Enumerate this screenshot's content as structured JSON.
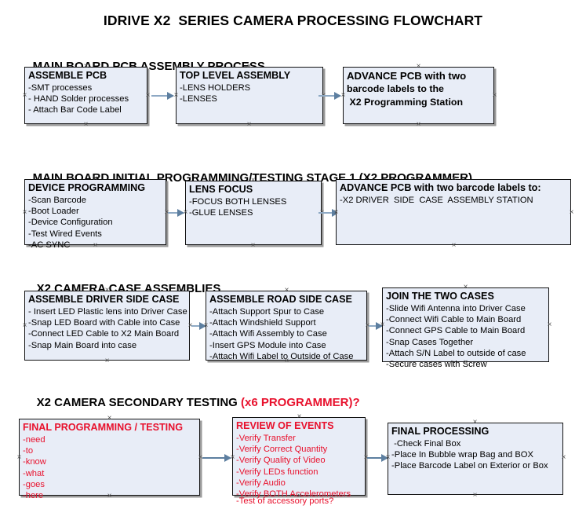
{
  "document": {
    "title": "IDRIVE X2  SERIES CAMERA PROCESSING FLOWCHART",
    "colors": {
      "box_fill": "#e8edf7",
      "box_border": "#111111",
      "box_shadow": "#9a9a9a",
      "arrow": "#8ea9c4",
      "arrow_head": "#5d7fa0",
      "accent_red": "#e8112d",
      "text": "#000000",
      "background": "#ffffff"
    }
  },
  "sections": [
    {
      "id": "pcb-assembly",
      "heading": "MAIN BOARD PCB ASSEMBLY PROCESS",
      "heading_accent": "",
      "boxes": [
        {
          "id": "assemble-pcb",
          "title": "ASSEMBLE PCB",
          "lines": [
            "-SMT processes",
            "- HAND Solder processes",
            "- Attach Bar Code Label"
          ]
        },
        {
          "id": "top-level-assembly",
          "title": "TOP LEVEL ASSEMBLY",
          "lines": [
            "-LENS HOLDERS",
            "-LENSES"
          ]
        },
        {
          "id": "advance-pcb-programming-station",
          "title": "ADVANCE PCB with two",
          "lines": [
            "barcode labels to the",
            " X2 Programming Station"
          ]
        }
      ]
    },
    {
      "id": "initial-programming",
      "heading": "MAIN BOARD INITIAL PROGRAMMING/TESTING STAGE 1 (X2 PROGRAMMER)",
      "heading_accent": "",
      "boxes": [
        {
          "id": "device-programming",
          "title": "DEVICE PROGRAMMING",
          "lines": [
            "-Scan Barcode",
            "-Boot Loader",
            "-Device Configuration",
            "-Test Wired Events",
            "-AC SYNC"
          ]
        },
        {
          "id": "lens-focus",
          "title": "LENS FOCUS",
          "lines": [
            "-FOCUS BOTH LENSES",
            "-GLUE LENSES"
          ]
        },
        {
          "id": "advance-pcb-driver-side",
          "title": "ADVANCE PCB with two barcode labels to:",
          "lines": [
            "-X2 DRIVER  SIDE  CASE  ASSEMBLY STATION"
          ]
        }
      ]
    },
    {
      "id": "case-assemblies",
      "heading": "X2 CAMERA CASE ASSEMBLIES",
      "heading_accent": "",
      "boxes": [
        {
          "id": "assemble-driver-side-case",
          "title": "ASSEMBLE DRIVER SIDE CASE",
          "lines": [
            "- Insert LED Plastic lens into Driver Case",
            "-Snap LED Board with Cable into Case",
            "-Connect LED Cable to X2 Main Board",
            "-Snap Main Board into case"
          ]
        },
        {
          "id": "assemble-road-side-case",
          "title": "ASSEMBLE ROAD SIDE CASE",
          "lines": [
            "-Attach Support Spur to Case",
            "-Attach Windshield Support",
            "-Attach Wifi Assembly to Case",
            "-Insert GPS Module into Case",
            "-Attach Wifi Label to Outside of Case"
          ]
        },
        {
          "id": "join-the-two-cases",
          "title": "JOIN THE TWO CASES",
          "lines": [
            "-Slide Wifi Antenna into Driver Case",
            "-Connect Wifi Cable to Main Board",
            "-Connect GPS Cable to Main Board",
            "-Snap Cases Together",
            "-Attach S/N Label to outside of case",
            "-Secure cases with Screw"
          ]
        }
      ]
    },
    {
      "id": "secondary-testing",
      "heading": "X2 CAMERA SECONDARY TESTING ",
      "heading_accent": "(x6 PROGRAMMER)?",
      "boxes": [
        {
          "id": "final-programming-testing",
          "title": "FINAL PROGRAMMING / TESTING",
          "lines": [
            "-need",
            "-to",
            "-know",
            "-what",
            "-goes",
            "-here"
          ]
        },
        {
          "id": "review-of-events",
          "title": "REVIEW OF EVENTS",
          "lines": [
            "-Verify Transfer",
            "-Verify Correct Quantity",
            "-Verify Quality of Video",
            "-Verify LEDs function",
            "-Verify Audio",
            "-Verify BOTH Accelerometers"
          ],
          "overflow_line": "-Test of accessory ports?"
        },
        {
          "id": "final-processing",
          "title": "FINAL PROCESSING",
          "lines": [
            " -Check Final Box",
            "-Place In Bubble wrap Bag and BOX",
            "-Place Barcode Label on Exterior or Box"
          ]
        }
      ]
    }
  ]
}
